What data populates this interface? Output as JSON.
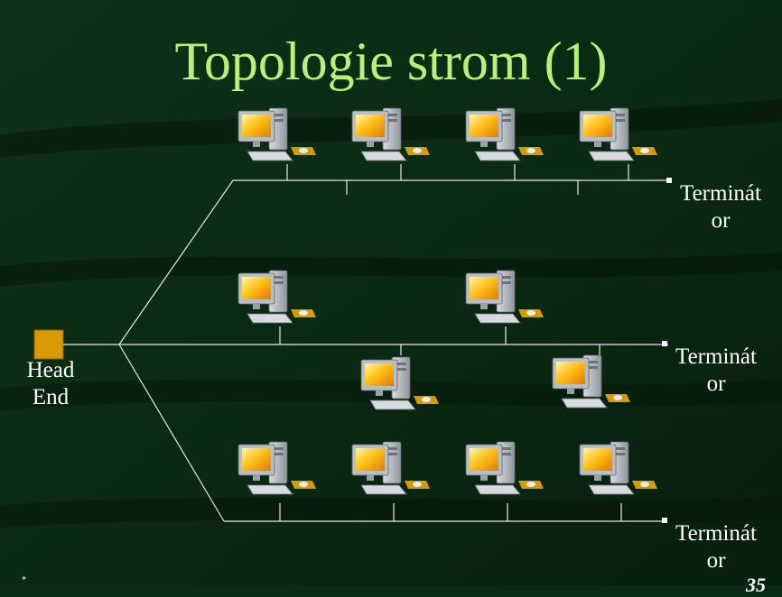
{
  "slide": {
    "title": "Topologie strom (1)",
    "head_end_label": "Head\nEnd",
    "terminator_labels": [
      "Terminát\nor",
      "Terminát\nor",
      "Terminát\nor"
    ],
    "footer_mark": "*",
    "slide_number": "35"
  },
  "colors": {
    "background": "#0b2a14",
    "title": "#b8f07a",
    "lines": "#e8e8e8",
    "head_end_box": "#d99a00"
  },
  "icons": [
    "computer-icon"
  ]
}
